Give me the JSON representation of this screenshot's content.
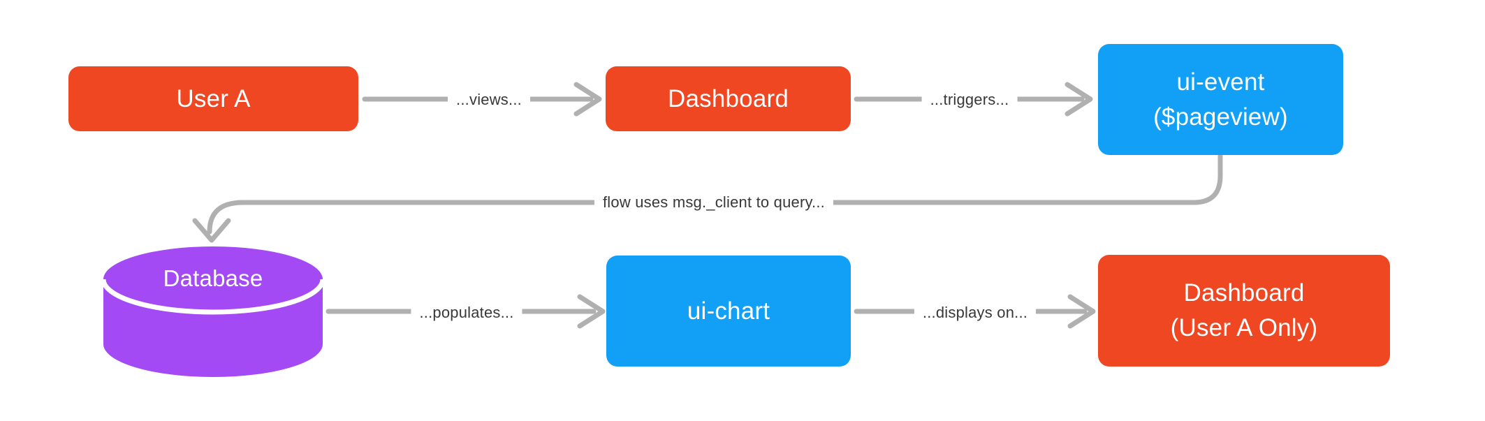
{
  "canvas": {
    "background": "#FFFFFF"
  },
  "colors": {
    "orange": "#F04723",
    "blue": "#12A0F7",
    "purple": "#A44AF5",
    "arrow": "#B0B0B0",
    "separator": "#FFFFFF",
    "label_text": "#383838",
    "node_text": "#FFFFFF"
  },
  "nodes": {
    "user_a": {
      "label": "User A"
    },
    "dashboard": {
      "label": "Dashboard"
    },
    "ui_event": {
      "label": "ui-event",
      "sublabel": "($pageview)"
    },
    "database": {
      "label": "Database"
    },
    "ui_chart": {
      "label": "ui-chart"
    },
    "dashboard_user_a": {
      "label": "Dashboard",
      "sublabel": "(User A Only)"
    }
  },
  "edges": {
    "views": {
      "label": "...views...",
      "from": "user_a",
      "to": "dashboard"
    },
    "triggers": {
      "label": "...triggers...",
      "from": "dashboard",
      "to": "ui_event"
    },
    "query": {
      "label": "flow uses msg._client to query...",
      "from": "ui_event",
      "to": "database"
    },
    "populates": {
      "label": "...populates...",
      "from": "database",
      "to": "ui_chart"
    },
    "displays_on": {
      "label": "...displays on...",
      "from": "ui_chart",
      "to": "dashboard_user_a"
    }
  }
}
